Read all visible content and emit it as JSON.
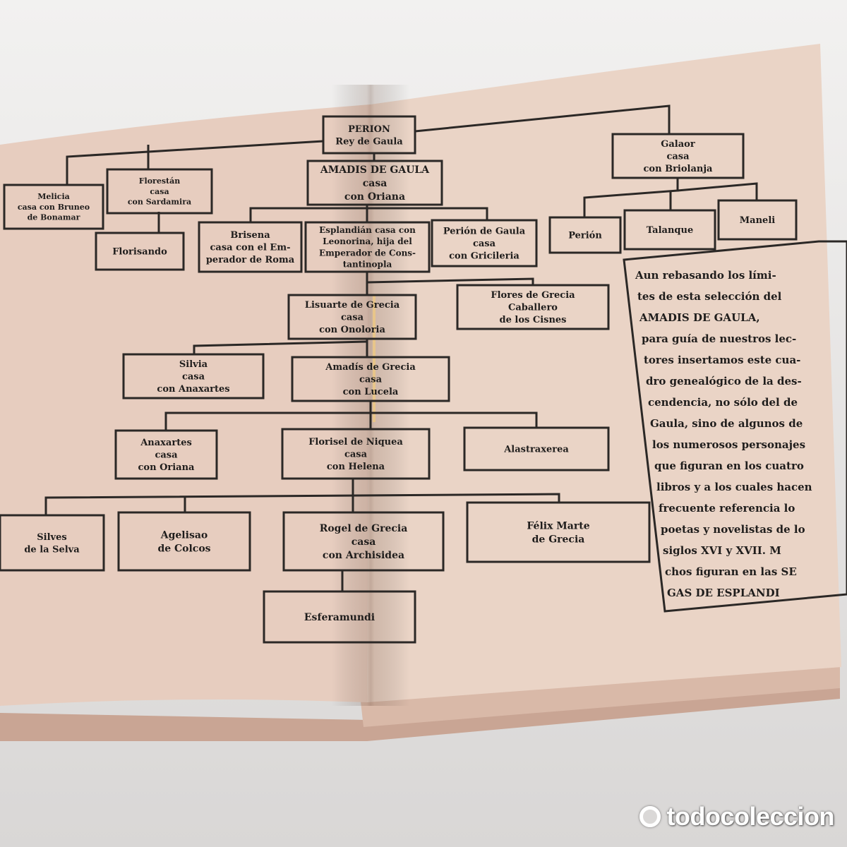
{
  "diagram": {
    "nodes": [
      {
        "id": "perion",
        "lines": [
          "PERION",
          "Rey de Gaula"
        ]
      },
      {
        "id": "galaor",
        "lines": [
          "Galaor",
          "casa",
          "con Briolanja"
        ]
      },
      {
        "id": "melicia",
        "lines": [
          "Melicia",
          "casa con Bruneo",
          "de Bonamar"
        ]
      },
      {
        "id": "florestan",
        "lines": [
          "Florestán",
          "casa",
          "con Sardamira"
        ]
      },
      {
        "id": "amadis-gaula",
        "lines": [
          "AMADIS DE GAULA",
          "casa",
          "con Oriana"
        ]
      },
      {
        "id": "florisando",
        "lines": [
          "Florisando"
        ]
      },
      {
        "id": "brisena",
        "lines": [
          "Brisena",
          "casa con el Em-",
          "perador de Roma"
        ]
      },
      {
        "id": "esplandian",
        "lines": [
          "Esplandián casa con",
          "Leonorina, hija del",
          "Emperador de Cons-",
          "tantinopla"
        ]
      },
      {
        "id": "perion-gaula",
        "lines": [
          "Perión de Gaula",
          "casa",
          "con Gricileria"
        ]
      },
      {
        "id": "perion-2",
        "lines": [
          "Perión"
        ]
      },
      {
        "id": "talanque",
        "lines": [
          "Talanque"
        ]
      },
      {
        "id": "maneli",
        "lines": [
          "Maneli"
        ]
      },
      {
        "id": "lisuarte",
        "lines": [
          "Lisuarte de Grecia",
          "casa",
          "con Onoloria"
        ]
      },
      {
        "id": "flores-grecia",
        "lines": [
          "Flores de Grecia",
          "Caballero",
          "de los Cisnes"
        ]
      },
      {
        "id": "silvia",
        "lines": [
          "Silvia",
          "casa",
          "con Anaxartes"
        ]
      },
      {
        "id": "amadis-grecia",
        "lines": [
          "Amadís de Grecia",
          "casa",
          "con Lucela"
        ]
      },
      {
        "id": "anaxartes",
        "lines": [
          "Anaxartes",
          "casa",
          "con Oriana"
        ]
      },
      {
        "id": "florisel",
        "lines": [
          "Florisel de Niquea",
          "casa",
          "con Helena"
        ]
      },
      {
        "id": "alastraxerea",
        "lines": [
          "Alastraxerea"
        ]
      },
      {
        "id": "silves",
        "lines": [
          "Silves",
          "de la Selva"
        ]
      },
      {
        "id": "agelisao",
        "lines": [
          "Agelisao",
          "de Colcos"
        ]
      },
      {
        "id": "rogel",
        "lines": [
          "Rogel de Grecia",
          "casa",
          "con Archisidea"
        ]
      },
      {
        "id": "felix",
        "lines": [
          "Félix Marte",
          "de Grecia"
        ]
      },
      {
        "id": "esferamundi",
        "lines": [
          "Esferamundi"
        ]
      }
    ],
    "note_lines": [
      "Aun rebasando los lími-",
      "tes de esta selección del",
      "AMADIS DE GAULA,",
      "para guía de nuestros lec-",
      "tores insertamos este cua-",
      "dro genealógico de la des-",
      "cendencia, no sólo del de",
      "Gaula, sino de algunos de",
      "los numerosos personajes",
      "que figuran en los cuatro",
      "libros y a los cuales hacen",
      "frecuente referencia lo",
      "poetas y novelistas de lo",
      "siglos XVI y XVII. M",
      "chos figuran en las SE",
      "GAS DE ESPLANDI"
    ]
  },
  "watermark": {
    "text": "todocoleccion",
    "logo_icon": "ring-logo-icon"
  },
  "colors": {
    "page_left": "#e7cdbf",
    "page_right": "#ead4c6",
    "ink": "#2b2826",
    "background": "#ffffff",
    "book_edge": "#c9a594"
  }
}
